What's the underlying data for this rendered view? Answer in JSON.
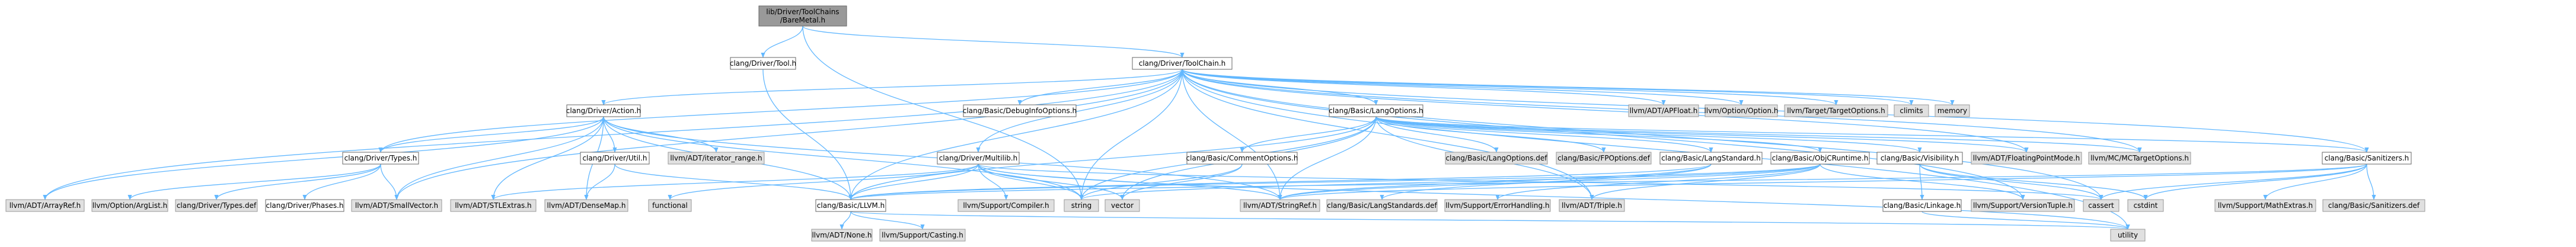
{
  "graph": {
    "colors": {
      "edge": "#63b8ff",
      "root_fill": "#999999",
      "root_stroke": "#666666",
      "node_fill": "#ffffff",
      "node_stroke": "#666666",
      "external_fill": "#e0e0e0",
      "external_stroke": "#999999"
    },
    "nodes": [
      {
        "id": "root",
        "label": "lib/Driver/ToolChains\n/BareMetal.h",
        "kind": "root"
      },
      {
        "id": "tool",
        "label": "clang/Driver/Tool.h",
        "kind": "internal"
      },
      {
        "id": "toolchain",
        "label": "clang/Driver/ToolChain.h",
        "kind": "internal"
      },
      {
        "id": "action",
        "label": "clang/Driver/Action.h",
        "kind": "internal"
      },
      {
        "id": "debuginfo",
        "label": "clang/Basic/DebugInfoOptions.h",
        "kind": "internal"
      },
      {
        "id": "langopts",
        "label": "clang/Basic/LangOptions.h",
        "kind": "internal"
      },
      {
        "id": "apfloat",
        "label": "llvm/ADT/APFloat.h",
        "kind": "external"
      },
      {
        "id": "optionh",
        "label": "llvm/Option/Option.h",
        "kind": "external"
      },
      {
        "id": "targetopts",
        "label": "llvm/Target/TargetOptions.h",
        "kind": "external"
      },
      {
        "id": "climits",
        "label": "climits",
        "kind": "external"
      },
      {
        "id": "memory",
        "label": "memory",
        "kind": "external"
      },
      {
        "id": "types",
        "label": "clang/Driver/Types.h",
        "kind": "internal"
      },
      {
        "id": "util",
        "label": "clang/Driver/Util.h",
        "kind": "internal"
      },
      {
        "id": "iterrange",
        "label": "llvm/ADT/iterator_range.h",
        "kind": "external"
      },
      {
        "id": "multilib",
        "label": "clang/Driver/Multilib.h",
        "kind": "internal"
      },
      {
        "id": "commentopts",
        "label": "clang/Basic/CommentOptions.h",
        "kind": "internal"
      },
      {
        "id": "langoptsdef",
        "label": "clang/Basic/LangOptions.def",
        "kind": "external"
      },
      {
        "id": "fpoptsdef",
        "label": "clang/Basic/FPOptions.def",
        "kind": "external"
      },
      {
        "id": "langstd",
        "label": "clang/Basic/LangStandard.h",
        "kind": "internal"
      },
      {
        "id": "objcrt",
        "label": "clang/Basic/ObjCRuntime.h",
        "kind": "internal"
      },
      {
        "id": "visibility",
        "label": "clang/Basic/Visibility.h",
        "kind": "internal"
      },
      {
        "id": "fpmode",
        "label": "llvm/ADT/FloatingPointMode.h",
        "kind": "external"
      },
      {
        "id": "mctarget",
        "label": "llvm/MC/MCTargetOptions.h",
        "kind": "external"
      },
      {
        "id": "sanitizers",
        "label": "clang/Basic/Sanitizers.h",
        "kind": "internal"
      },
      {
        "id": "arrayref",
        "label": "llvm/ADT/ArrayRef.h",
        "kind": "external"
      },
      {
        "id": "arglist",
        "label": "llvm/Option/ArgList.h",
        "kind": "external"
      },
      {
        "id": "typesdef",
        "label": "clang/Driver/Types.def",
        "kind": "external"
      },
      {
        "id": "phases",
        "label": "clang/Driver/Phases.h",
        "kind": "internal"
      },
      {
        "id": "smallvector",
        "label": "llvm/ADT/SmallVector.h",
        "kind": "external"
      },
      {
        "id": "stlextras",
        "label": "llvm/ADT/STLExtras.h",
        "kind": "external"
      },
      {
        "id": "densemap",
        "label": "llvm/ADT/DenseMap.h",
        "kind": "external"
      },
      {
        "id": "functional",
        "label": "functional",
        "kind": "external"
      },
      {
        "id": "llvmh",
        "label": "clang/Basic/LLVM.h",
        "kind": "internal"
      },
      {
        "id": "compiler",
        "label": "llvm/Support/Compiler.h",
        "kind": "external"
      },
      {
        "id": "string",
        "label": "string",
        "kind": "external"
      },
      {
        "id": "vector",
        "label": "vector",
        "kind": "external"
      },
      {
        "id": "stringref",
        "label": "llvm/ADT/StringRef.h",
        "kind": "external"
      },
      {
        "id": "langstddef",
        "label": "clang/Basic/LangStandards.def",
        "kind": "external"
      },
      {
        "id": "errorhandling",
        "label": "llvm/Support/ErrorHandling.h",
        "kind": "external"
      },
      {
        "id": "triple",
        "label": "llvm/ADT/Triple.h",
        "kind": "external"
      },
      {
        "id": "linkage",
        "label": "clang/Basic/Linkage.h",
        "kind": "internal"
      },
      {
        "id": "versiontuple",
        "label": "llvm/Support/VersionTuple.h",
        "kind": "external"
      },
      {
        "id": "cassert",
        "label": "cassert",
        "kind": "external"
      },
      {
        "id": "cstdint",
        "label": "cstdint",
        "kind": "external"
      },
      {
        "id": "mathextras",
        "label": "llvm/Support/MathExtras.h",
        "kind": "external"
      },
      {
        "id": "sanitizersdef",
        "label": "clang/Basic/Sanitizers.def",
        "kind": "external"
      },
      {
        "id": "none",
        "label": "llvm/ADT/None.h",
        "kind": "external"
      },
      {
        "id": "casting",
        "label": "llvm/Support/Casting.h",
        "kind": "external"
      },
      {
        "id": "utility",
        "label": "utility",
        "kind": "external"
      }
    ],
    "edges": [
      [
        "root",
        "tool"
      ],
      [
        "root",
        "toolchain"
      ],
      [
        "root",
        "string"
      ],
      [
        "tool",
        "llvmh"
      ],
      [
        "toolchain",
        "debuginfo"
      ],
      [
        "toolchain",
        "langopts"
      ],
      [
        "toolchain",
        "llvmh"
      ],
      [
        "toolchain",
        "sanitizers"
      ],
      [
        "toolchain",
        "action"
      ],
      [
        "toolchain",
        "multilib"
      ],
      [
        "toolchain",
        "types"
      ],
      [
        "toolchain",
        "apfloat"
      ],
      [
        "toolchain",
        "arrayref"
      ],
      [
        "toolchain",
        "fpmode"
      ],
      [
        "toolchain",
        "smallvector"
      ],
      [
        "toolchain",
        "stringref"
      ],
      [
        "toolchain",
        "triple"
      ],
      [
        "toolchain",
        "mctarget"
      ],
      [
        "toolchain",
        "optionh"
      ],
      [
        "toolchain",
        "versiontuple"
      ],
      [
        "toolchain",
        "targetopts"
      ],
      [
        "toolchain",
        "cassert"
      ],
      [
        "toolchain",
        "climits"
      ],
      [
        "toolchain",
        "memory"
      ],
      [
        "toolchain",
        "string"
      ],
      [
        "toolchain",
        "utility"
      ],
      [
        "action",
        "clang/Basic/Cuda.h"
      ],
      [
        "action",
        "types"
      ],
      [
        "action",
        "util"
      ],
      [
        "action",
        "arrayref"
      ],
      [
        "action",
        "densemap"
      ],
      [
        "action",
        "smallvector"
      ],
      [
        "action",
        "stlextras"
      ],
      [
        "action",
        "stringref"
      ],
      [
        "action",
        "iterrange"
      ],
      [
        "action",
        "string"
      ],
      [
        "action",
        "llvmh"
      ],
      [
        "types",
        "phases"
      ],
      [
        "types",
        "smallvector"
      ],
      [
        "types",
        "arglist"
      ],
      [
        "types",
        "typesdef"
      ],
      [
        "util",
        "llvmh"
      ],
      [
        "util",
        "densemap"
      ],
      [
        "langopts",
        "commentopts"
      ],
      [
        "langopts",
        "langstd"
      ],
      [
        "langopts",
        "llvmh"
      ],
      [
        "langopts",
        "objcrt"
      ],
      [
        "langopts",
        "sanitizers"
      ],
      [
        "langopts",
        "visibility"
      ],
      [
        "langopts",
        "fpmode"
      ],
      [
        "langopts",
        "stringref"
      ],
      [
        "langopts",
        "triple"
      ],
      [
        "langopts",
        "mctarget"
      ],
      [
        "langopts",
        "string"
      ],
      [
        "langopts",
        "vector"
      ],
      [
        "langopts",
        "langoptsdef"
      ],
      [
        "langopts",
        "fpoptsdef"
      ],
      [
        "multilib",
        "llvmh"
      ],
      [
        "multilib",
        "stlextras"
      ],
      [
        "multilib",
        "stringref"
      ],
      [
        "multilib",
        "compiler"
      ],
      [
        "multilib",
        "cassert"
      ],
      [
        "multilib",
        "functional"
      ],
      [
        "multilib",
        "string"
      ],
      [
        "multilib",
        "utility"
      ],
      [
        "multilib",
        "vector"
      ],
      [
        "commentopts",
        "string"
      ],
      [
        "commentopts",
        "vector"
      ],
      [
        "langstd",
        "llvmh"
      ],
      [
        "langstd",
        "stringref"
      ],
      [
        "langstd",
        "langstddef"
      ],
      [
        "objcrt",
        "llvmh"
      ],
      [
        "objcrt",
        "stringref"
      ],
      [
        "objcrt",
        "triple"
      ],
      [
        "objcrt",
        "errorhandling"
      ],
      [
        "objcrt",
        "versiontuple"
      ],
      [
        "objcrt",
        "string"
      ],
      [
        "visibility",
        "linkage"
      ],
      [
        "visibility",
        "cassert"
      ],
      [
        "visibility",
        "cstdint"
      ],
      [
        "linkage",
        "utility"
      ],
      [
        "sanitizers",
        "llvmh"
      ],
      [
        "sanitizers",
        "stringref"
      ],
      [
        "sanitizers",
        "mathextras"
      ],
      [
        "sanitizers",
        "cassert"
      ],
      [
        "sanitizers",
        "cstdint"
      ],
      [
        "sanitizers",
        "sanitizersdef"
      ],
      [
        "llvmh",
        "none"
      ],
      [
        "llvmh",
        "casting"
      ],
      [
        "llvmh",
        "utility"
      ]
    ]
  }
}
